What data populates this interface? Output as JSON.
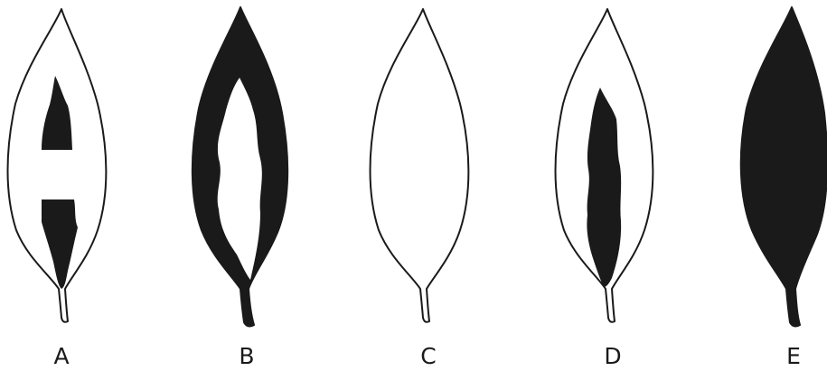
{
  "figure": {
    "leaves": [
      {
        "label": "A",
        "pattern": "white-with-two-dark-center-patches"
      },
      {
        "label": "B",
        "pattern": "dark-margin-white-center"
      },
      {
        "label": "C",
        "pattern": "plain-white"
      },
      {
        "label": "D",
        "pattern": "white-with-dark-center-stripe"
      },
      {
        "label": "E",
        "pattern": "solid-dark"
      }
    ],
    "colors": {
      "outline": "#1a1a1a",
      "fill_dark": "#1a1a1a",
      "fill_light": "#ffffff"
    }
  }
}
